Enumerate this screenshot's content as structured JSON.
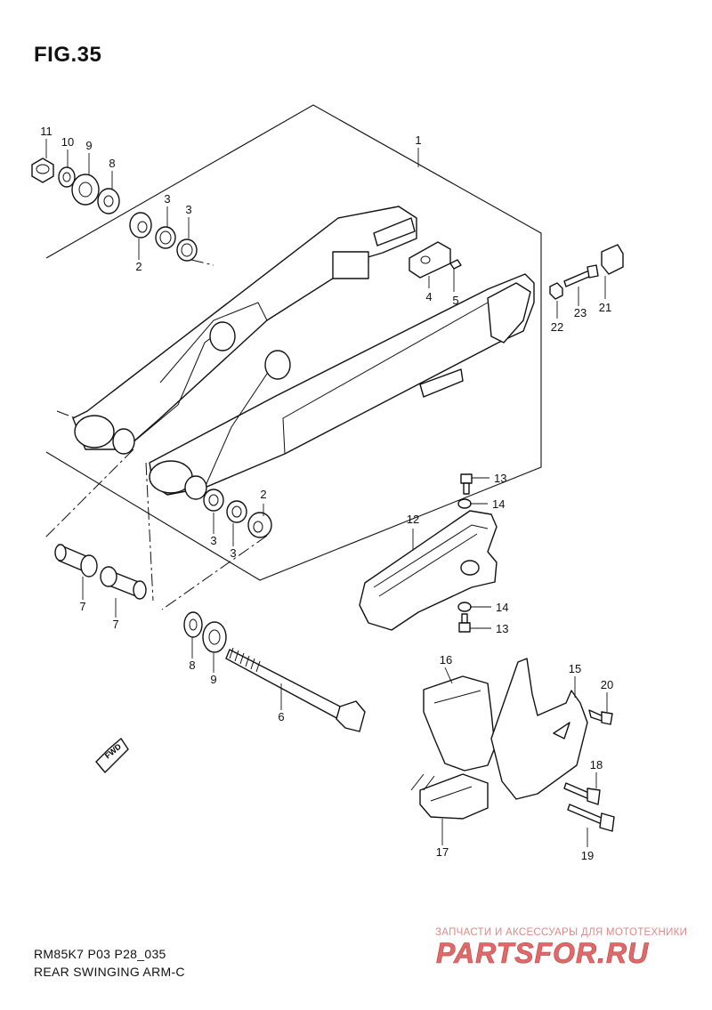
{
  "figure": {
    "title": "FIG.35",
    "code": "RM85K7 P03 P28_035",
    "name": "REAR SWINGING ARM-C"
  },
  "callouts": [
    {
      "id": "c1",
      "label": "1"
    },
    {
      "id": "c2a",
      "label": "2"
    },
    {
      "id": "c2b",
      "label": "2"
    },
    {
      "id": "c3a",
      "label": "3"
    },
    {
      "id": "c3b",
      "label": "3"
    },
    {
      "id": "c3c",
      "label": "3"
    },
    {
      "id": "c3d",
      "label": "3"
    },
    {
      "id": "c4",
      "label": "4"
    },
    {
      "id": "c5",
      "label": "5"
    },
    {
      "id": "c6",
      "label": "6"
    },
    {
      "id": "c7a",
      "label": "7"
    },
    {
      "id": "c7b",
      "label": "7"
    },
    {
      "id": "c8a",
      "label": "8"
    },
    {
      "id": "c8b",
      "label": "8"
    },
    {
      "id": "c9a",
      "label": "9"
    },
    {
      "id": "c9b",
      "label": "9"
    },
    {
      "id": "c10",
      "label": "10"
    },
    {
      "id": "c11",
      "label": "11"
    },
    {
      "id": "c12",
      "label": "12"
    },
    {
      "id": "c13a",
      "label": "13"
    },
    {
      "id": "c13b",
      "label": "13"
    },
    {
      "id": "c14a",
      "label": "14"
    },
    {
      "id": "c14b",
      "label": "14"
    },
    {
      "id": "c15",
      "label": "15"
    },
    {
      "id": "c16",
      "label": "16"
    },
    {
      "id": "c17",
      "label": "17"
    },
    {
      "id": "c18",
      "label": "18"
    },
    {
      "id": "c19",
      "label": "19"
    },
    {
      "id": "c20",
      "label": "20"
    },
    {
      "id": "c21",
      "label": "21"
    },
    {
      "id": "c22",
      "label": "22"
    },
    {
      "id": "c23",
      "label": "23"
    }
  ],
  "fwd_label": "FWD",
  "watermark": {
    "tagline": "ЗАПЧАСТИ И АКСЕССУАРЫ ДЛЯ МОТОТЕХНИКИ",
    "logo": "PARTSFOR.RU",
    "color": "#e06a6a"
  }
}
